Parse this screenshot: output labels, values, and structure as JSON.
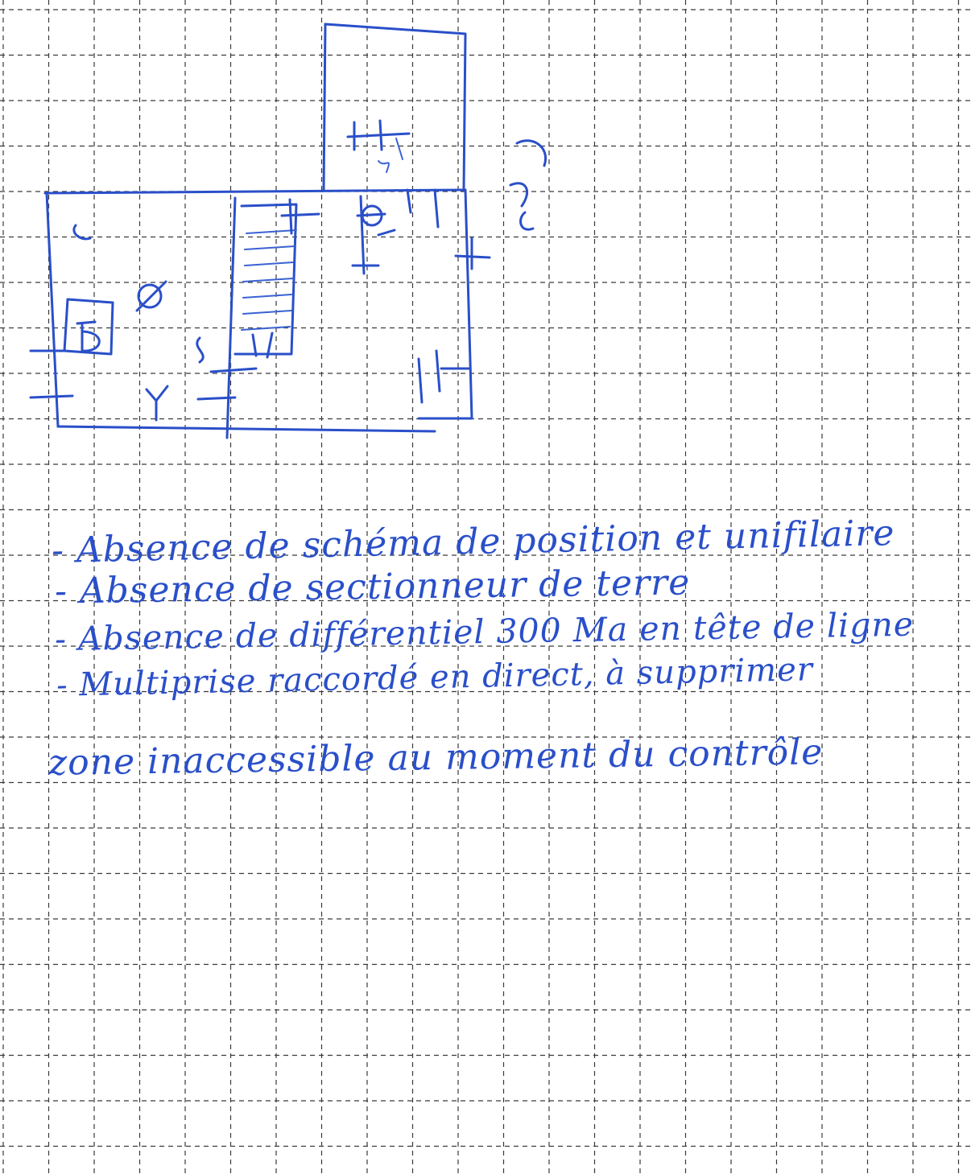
{
  "page": {
    "type": "graph-paper handwritten inspection note"
  },
  "sketch": {
    "symbols": [
      "sketch-symbol-c",
      "sketch-symbol-empty-set",
      "sketch-symbol-y",
      "sketch-symbol-e",
      "sketch-symbol-h"
    ]
  },
  "notes": {
    "lines": [
      "- Absence de schéma de position et unifilaire",
      "- Absence de sectionneur de terre",
      "- Absence de différentiel 300 Ma en tête de ligne",
      "- Multiprise raccordé en direct, à supprimer",
      "zone inaccessible au moment du contrôle"
    ]
  },
  "colors": {
    "ink": "#2a4fc9",
    "grid": "#3a3a3a",
    "paper": "#ffffff"
  }
}
